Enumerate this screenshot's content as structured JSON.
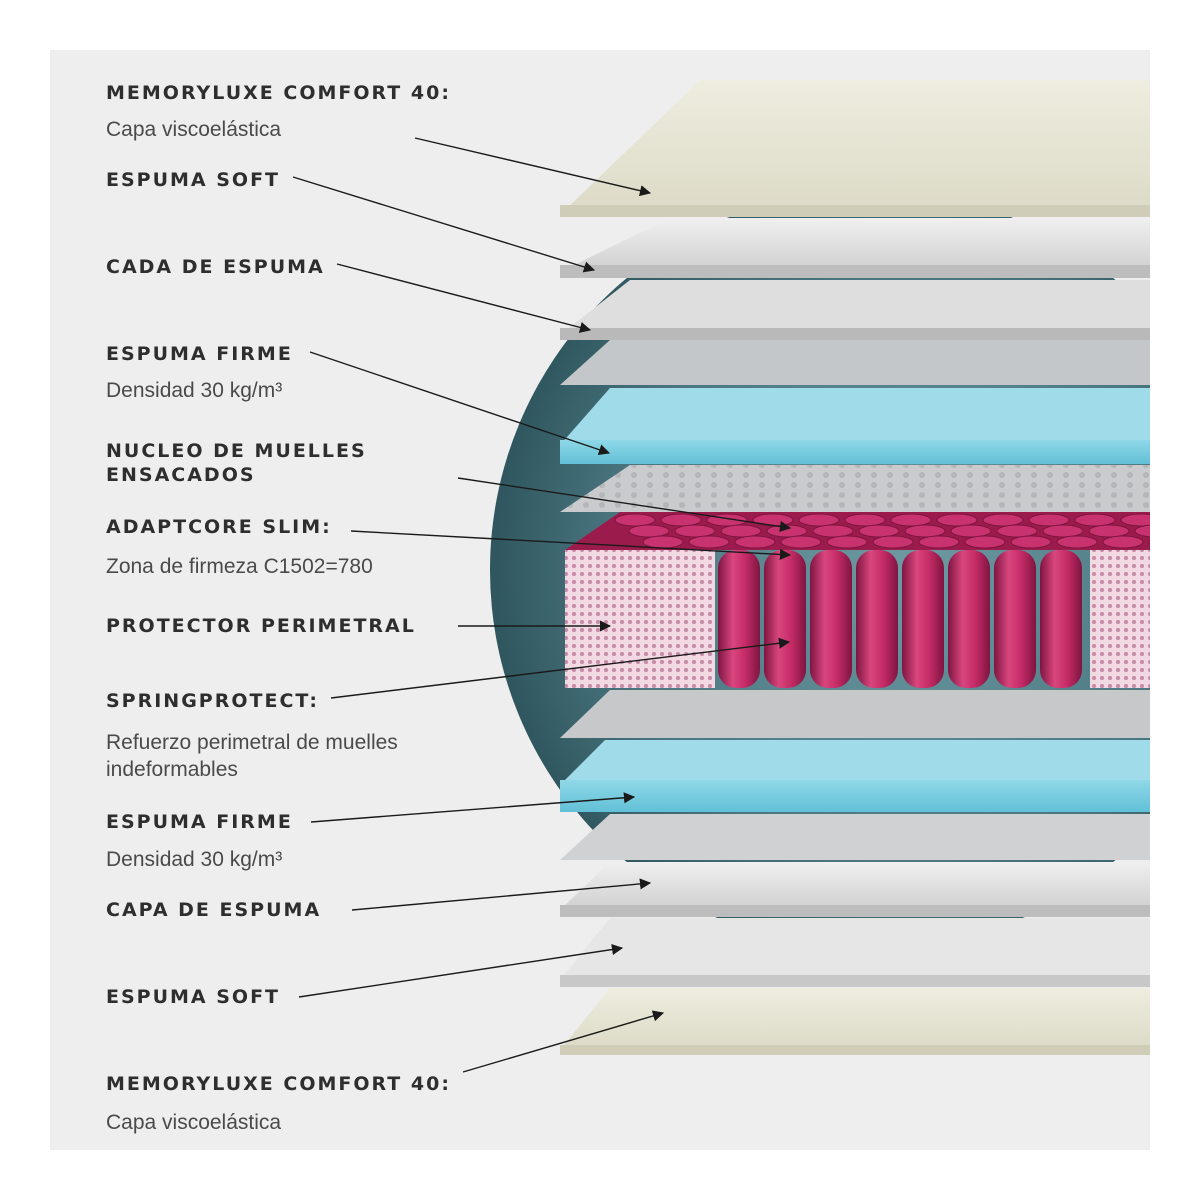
{
  "labels": [
    {
      "title": "MEMORYLUXE COMFORT 40:",
      "desc": "Capa viscoelástica"
    },
    {
      "title": "ESPUMA SOFT"
    },
    {
      "title": "CADA DE ESPUMA"
    },
    {
      "title": "ESPUMA FIRME",
      "desc": "Densidad 30 kg/m³"
    },
    {
      "title": "NUCLEO DE MUELLES ENSACADOS"
    },
    {
      "title": "ADAPTCORE SLIM:",
      "desc": "Zona de firmeza C1502=780"
    },
    {
      "title": "PROTECTOR PERIMETRAL"
    },
    {
      "title": "SPRINGPROTECT:",
      "desc": "Refuerzo perimetral de muelles indeformables"
    },
    {
      "title": "ESPUMA FIRME",
      "desc": "Densidad 30 kg/m³"
    },
    {
      "title": "CAPA DE ESPUMA"
    },
    {
      "title": "ESPUMA SOFT"
    },
    {
      "title": "MEMORYLUXE COMFORT 40:",
      "desc": "Capa viscoelástica"
    }
  ],
  "colors": {
    "background": "#eeeeee",
    "circle": "#3f6b74",
    "memory_foam": "#e3e1cf",
    "soft_foam": "#dcdcdc",
    "firm_foam": "#7fcfe0",
    "springs": "#b8245e",
    "perimeter": "#e9c3d3",
    "arrows": "#1a1a1a"
  }
}
